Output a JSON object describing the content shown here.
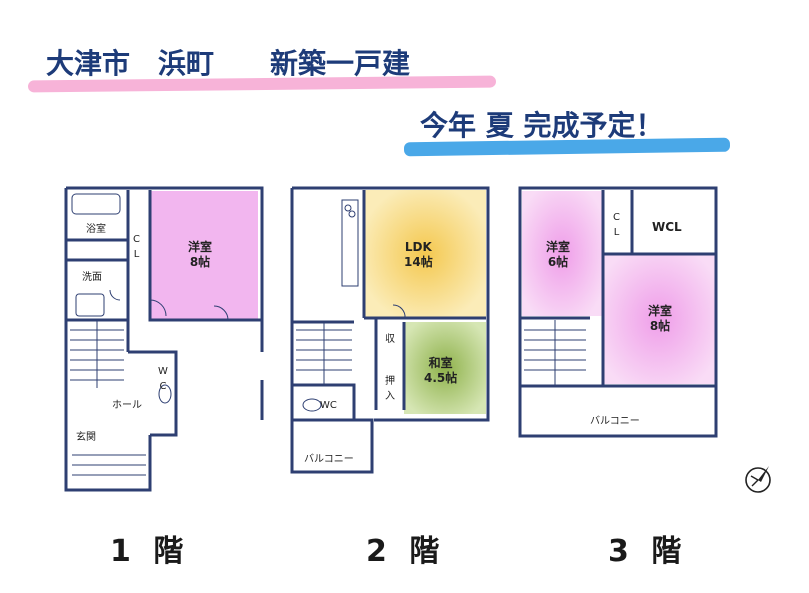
{
  "header": {
    "line1": "大津市　浜町　　新築一戸建",
    "line2": "今年 夏 完成予定！",
    "colors": {
      "text": "#1d3b79",
      "pink": "#f7b3d8",
      "blue": "#4aa8e8"
    }
  },
  "floors": [
    {
      "label": "1 階",
      "rooms": {
        "bath": "浴室",
        "wash": "洗面",
        "cl": "C\nL",
        "bed": "洋室\n8帖",
        "wc": "W\nC",
        "hall": "ホール",
        "entry": "玄関"
      }
    },
    {
      "label": "2 階",
      "rooms": {
        "ldk": "LDK\n14帖",
        "storage": "収",
        "closet": "押\n入",
        "washi": "和室\n4.5帖",
        "wc": "WC",
        "balcony": "バルコニー"
      }
    },
    {
      "label": "3 階",
      "rooms": {
        "room6": "洋室\n6帖",
        "cl": "C\nL",
        "wcl": "WCL",
        "room8": "洋室\n8帖",
        "balcony": "バルコニー"
      }
    }
  ],
  "colors": {
    "wall": "#2e3f72",
    "pink_room": "#f2b6ef",
    "ldk": "#f2d070",
    "washi": "#a6c46a"
  },
  "compass_icon": "north-arrow-icon"
}
